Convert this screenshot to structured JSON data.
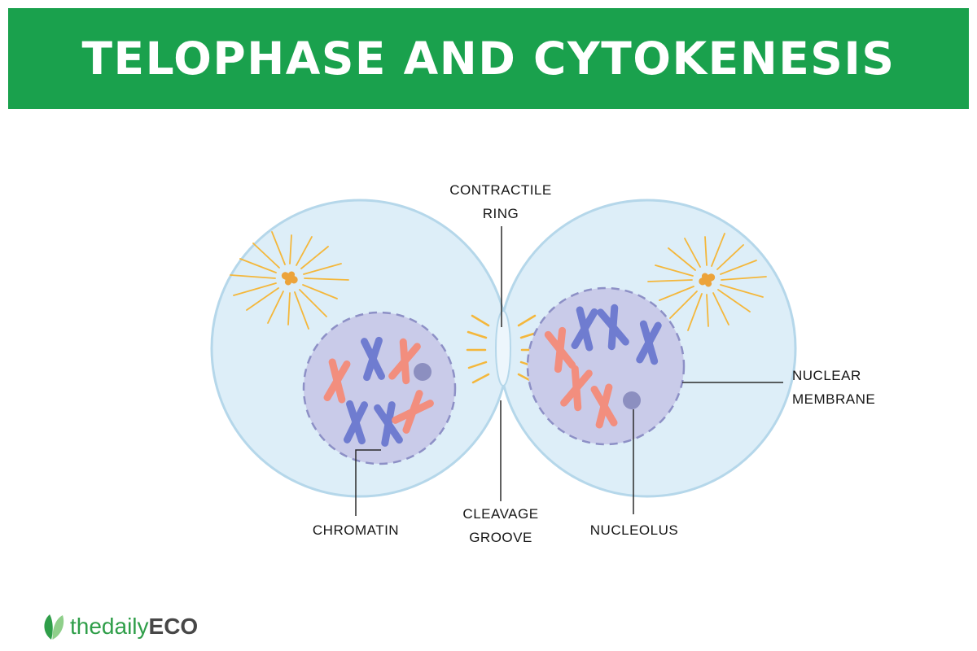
{
  "header": {
    "title": "TELOPHASE AND CYTOKENESIS"
  },
  "labels": {
    "contractile_ring": "CONTRACTILE RING",
    "nuclear_membrane": "NUCLEAR MEMBRANE",
    "chromatin": "CHROMATIN",
    "cleavage_groove": "CLEAVAGE GROOVE",
    "nucleolus": "NUCLEOLUS"
  },
  "logo": {
    "icon": "leaf-icon",
    "prefix": "thedaily",
    "suffix": "ECO"
  },
  "colors": {
    "header_green": "#1aa14d",
    "cell_fill": "#ddeef8",
    "cell_stroke": "#b5d7ea",
    "nucleus_fill": "#c9cbe9",
    "nucleus_stroke": "#8d90c6",
    "chromosome_blue": "#6f7cd0",
    "chromosome_salmon": "#f28e7e",
    "aster_yellow": "#f4b73b",
    "centriole_orange": "#eca33a",
    "nucleolus_purple": "#8c8fc0",
    "label_text": "#161616",
    "logo_green": "#2f9e49",
    "logo_dark": "#474747"
  }
}
